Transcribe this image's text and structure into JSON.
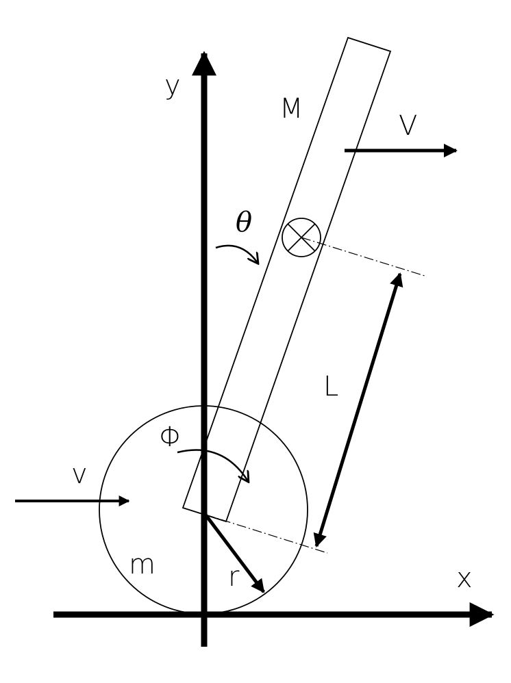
{
  "labels": {
    "y_axis": "y",
    "x_axis": "x",
    "pendulum_mass": "M",
    "pendulum_velocity": "V",
    "tilt_angle": "θ",
    "length": "L",
    "wheel_angle": "Φ",
    "wheel_velocity": "v",
    "wheel_mass": "m",
    "wheel_radius": "r"
  },
  "colors": {
    "stroke": "#000000",
    "background": "#ffffff"
  }
}
